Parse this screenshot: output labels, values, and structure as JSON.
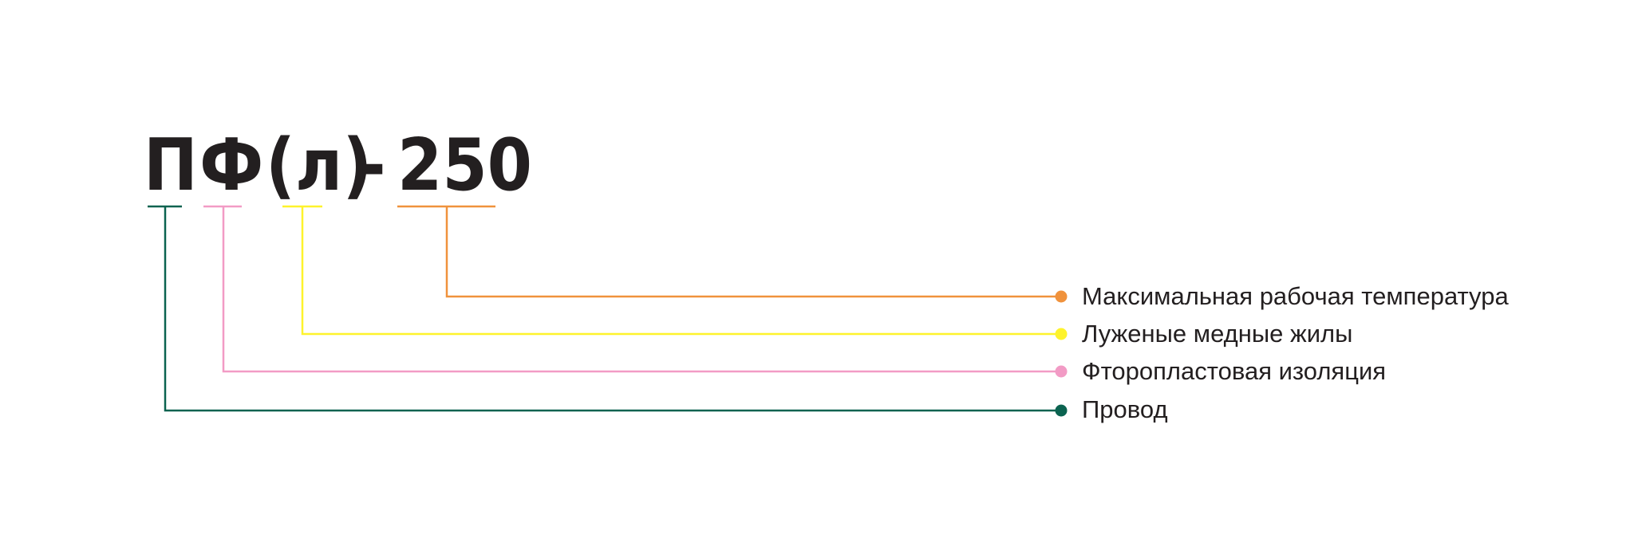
{
  "code": {
    "parts": [
      {
        "id": "p",
        "text": "П",
        "color": "#0b6350"
      },
      {
        "id": "f",
        "text": "Ф",
        "color": "#f29bc5"
      },
      {
        "id": "l",
        "text": "(л)",
        "color": "#fef32c"
      },
      {
        "id": "dash",
        "text": "-"
      },
      {
        "id": "t",
        "text": "250",
        "color": "#f0923c"
      }
    ]
  },
  "legend": [
    {
      "ref": "t",
      "label": "Максимальная рабочая температура",
      "color": "#f0923c"
    },
    {
      "ref": "l",
      "label": "Луженые медные жилы",
      "color": "#fef32c"
    },
    {
      "ref": "f",
      "label": "Фторопластовая изоляция",
      "color": "#f29bc5"
    },
    {
      "ref": "p",
      "label": "Провод",
      "color": "#0b6350"
    }
  ]
}
